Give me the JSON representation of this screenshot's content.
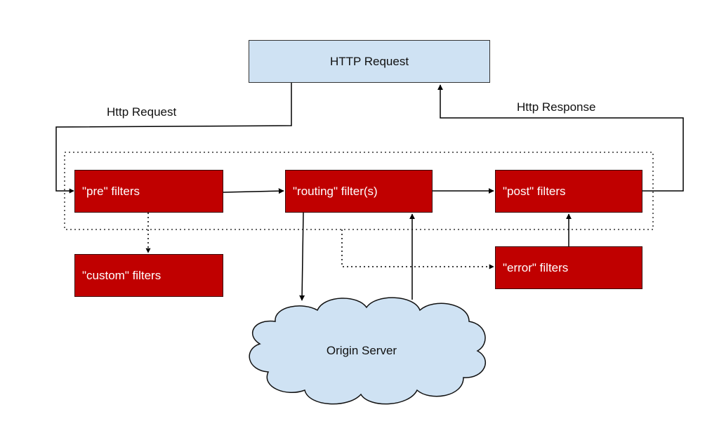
{
  "diagram": {
    "top_box": "HTTP Request",
    "edge_http_request": "Http Request",
    "edge_http_response": "Http Response",
    "filters": {
      "pre": "\"pre\" filters",
      "routing": "\"routing\" filter(s)",
      "post": "\"post\" filters",
      "custom": "\"custom\" filters",
      "error": "\"error\" filters"
    },
    "origin_server": "Origin Server"
  },
  "colors": {
    "request_box_fill": "#cfe2f3",
    "filter_fill": "#c00000",
    "cloud_fill": "#cfe2f3",
    "line": "#000000"
  }
}
